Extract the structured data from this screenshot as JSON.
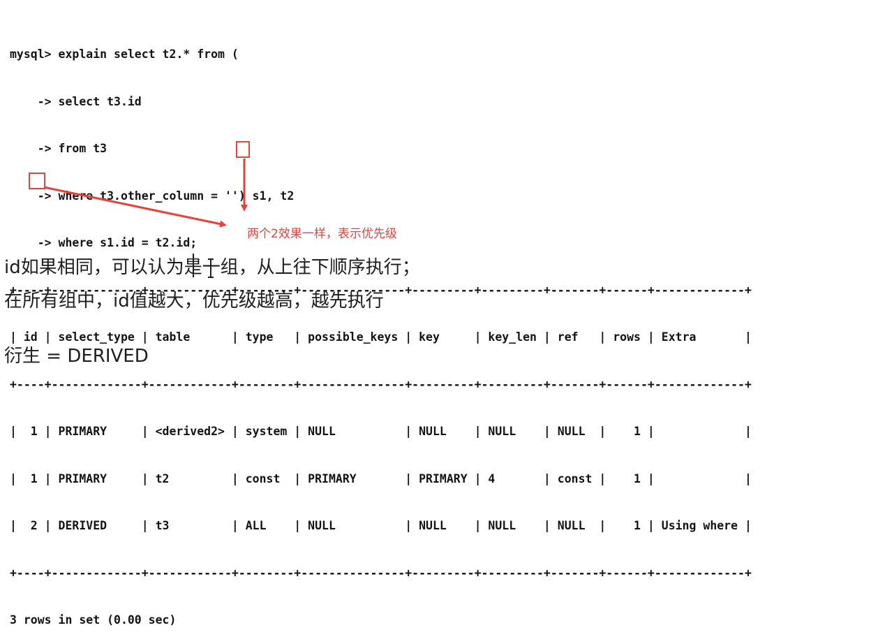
{
  "query_lines": [
    "mysql> explain select t2.* from (",
    "    -> select t3.id",
    "    -> from t3",
    "    -> where t3.other_column = '') s1, t2",
    "    -> where s1.id = t2.id;"
  ],
  "result_table": {
    "border": "+----+-------------+------------+--------+---------------+---------+---------+-------+------+-------------+",
    "header": "| id | select_type | table      | type   | possible_keys | key     | key_len | ref   | rows | Extra       |",
    "rows": [
      "|  1 | PRIMARY     | <derived2> | system | NULL          | NULL    | NULL    | NULL  |    1 |             |",
      "|  1 | PRIMARY     | t2         | const  | PRIMARY       | PRIMARY | 4       | const |    1 |             |",
      "|  2 | DERIVED     | t3         | ALL    | NULL          | NULL    | NULL    | NULL  |    1 | Using where |"
    ]
  },
  "result_summary": "3 rows in set (0.00 sec)",
  "annotation": "两个2效果一样，表示优先级",
  "notes": [
    "id如果相同，可以认为是一组，从上往下顺序执行；",
    "在所有组中，id值越大，优先级越高，越先执行",
    "衍生 = DERIVED"
  ],
  "colors": {
    "highlight": "#e8413a",
    "terminal_text": "#141414",
    "note_text": "#1e1e1e"
  }
}
